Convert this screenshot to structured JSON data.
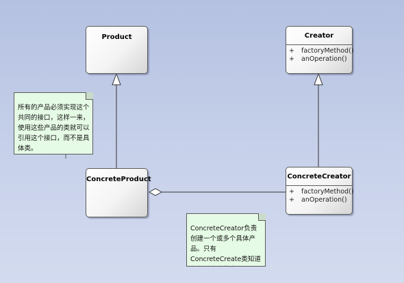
{
  "classes": {
    "product": {
      "name": "Product"
    },
    "creator": {
      "name": "Creator",
      "operations": [
        {
          "visibility": "+",
          "name": "factoryMethod()"
        },
        {
          "visibility": "+",
          "name": "anOperation()"
        }
      ]
    },
    "concrete_product": {
      "name": "ConcreteProduct"
    },
    "concrete_creator": {
      "name": "ConcreteCreator",
      "operations": [
        {
          "visibility": "+",
          "name": "factoryMethod()"
        },
        {
          "visibility": "+",
          "name": "anOperation()"
        }
      ]
    }
  },
  "notes": {
    "product_note": "所有的产品必须实现这个共同的接口，这样一来，使用这些产品的类就可以引用这个接口，而不是具体类。",
    "creator_note": "ConcreteCreator负责创建一个或多个具体产品。只有ConcreteCreate类知道如何创建这些产品。"
  },
  "colors": {
    "note_fill": "#e6fbe6",
    "line": "#333333",
    "background_top": "#b4c1e1",
    "background_bottom": "#d3dbef"
  }
}
